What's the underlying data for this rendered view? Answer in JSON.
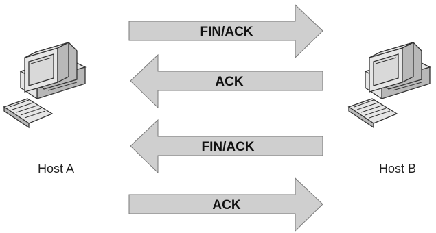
{
  "diagram": {
    "messages": [
      {
        "label": "FIN/ACK",
        "direction": "right"
      },
      {
        "label": "ACK",
        "direction": "left"
      },
      {
        "label": "FIN/ACK",
        "direction": "left"
      },
      {
        "label": "ACK",
        "direction": "right"
      }
    ],
    "hosts": {
      "a": {
        "label": "Host A",
        "icon": "computer-icon"
      },
      "b": {
        "label": "Host B",
        "icon": "computer-icon"
      }
    },
    "colors": {
      "arrow_fill": "#cfcfcf",
      "arrow_stroke": "#7a7a7a"
    }
  }
}
